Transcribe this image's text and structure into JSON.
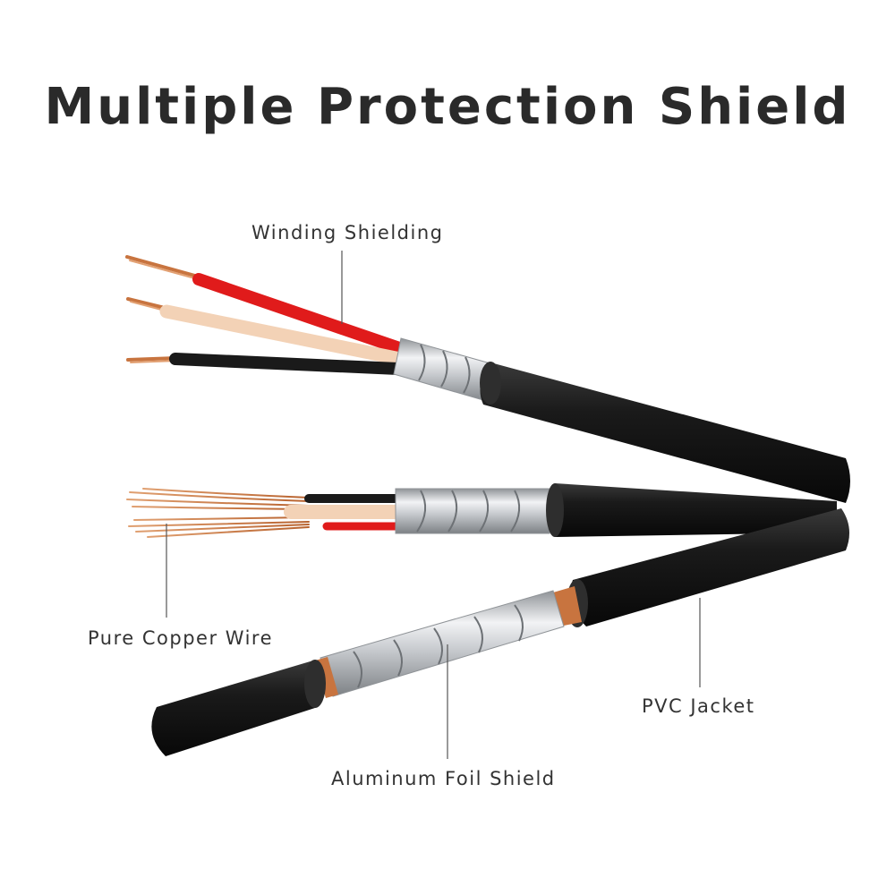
{
  "title": "Multiple Protection Shield",
  "labels": {
    "winding_shielding": "Winding Shielding",
    "pure_copper_wire": "Pure Copper Wire",
    "pvc_jacket": "PVC Jacket",
    "aluminum_foil_shield": "Aluminum Foil Shield"
  },
  "colors": {
    "jacket": "#1c1c1c",
    "foil": "#c9ccd0",
    "copper": "#c8743f",
    "red_wire": "#e01b1b",
    "beige_wire": "#f3d2b6",
    "black_wire": "#1a1a1a",
    "title_text": "#2a2a2a"
  }
}
